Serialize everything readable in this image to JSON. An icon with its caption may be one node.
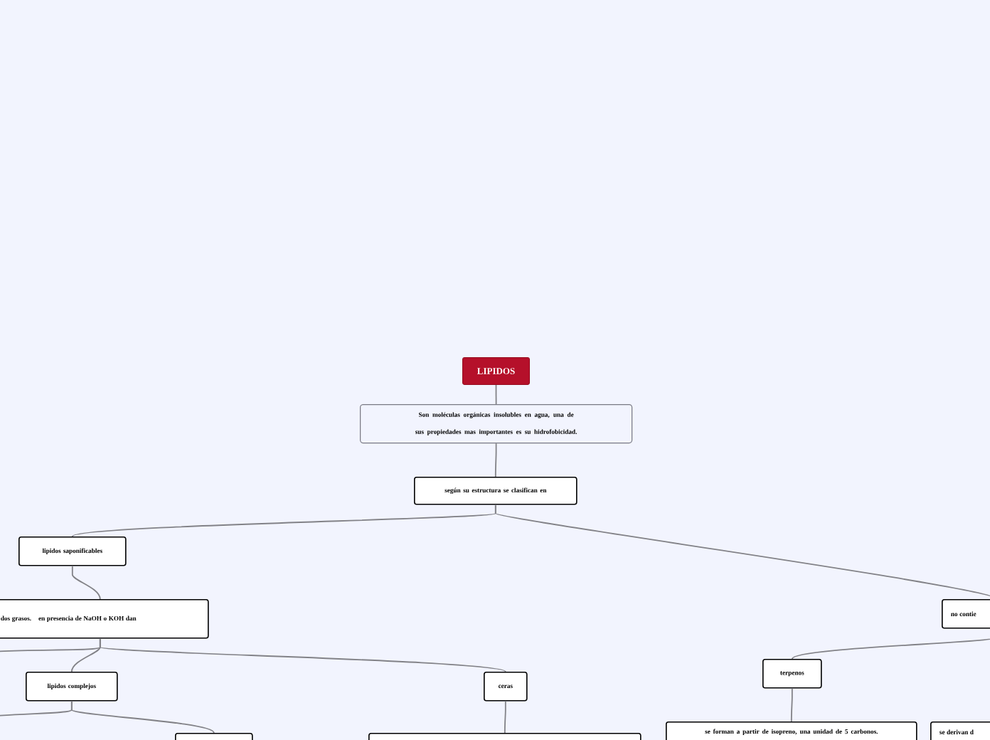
{
  "diagram": {
    "nodes": [
      {
        "text": [
          "LIPIDOS"
        ]
      },
      {
        "text": [
          "Son moléculas orgánicas insolubles en agua, una de sus propiedades mas importantes es su hidrofobicidad."
        ]
      },
      {
        "text": [
          "según su estructura se clasifican en"
        ]
      },
      {
        "text": [
          "lipidos saponificables"
        ]
      },
      {
        "text": [
          "dos grasos. en presencia de NaOH o KOH dan"
        ]
      },
      {
        "text": [
          "no contie"
        ]
      },
      {
        "text": [
          "lipidos complejos"
        ]
      },
      {
        "text": [
          "ceras"
        ]
      },
      {
        "text": [
          "terpenos"
        ]
      },
      {
        "text": [
          "se forman a partir de isopreno, una unidad de 5 carbonos."
        ]
      },
      {
        "text": [
          "se derivan d"
        ]
      },
      {
        "text": [],
        "shape": "box"
      },
      {
        "text": [],
        "shape": "box"
      }
    ],
    "edges": [
      {
        "from": 0,
        "to": 1,
        "arrow": "none"
      },
      {
        "from": 1,
        "to": 2,
        "arrow": "none"
      },
      {
        "from": 2,
        "to": 3,
        "arrow": "none"
      },
      {
        "from": 2,
        "to": 5,
        "arrow": "none"
      },
      {
        "from": 3,
        "to": 4,
        "arrow": "none"
      },
      {
        "from": 4,
        "to": null,
        "arrow": "none"
      },
      {
        "from": 4,
        "to": 6,
        "arrow": "none"
      },
      {
        "from": 4,
        "to": 7,
        "arrow": "none"
      },
      {
        "from": 6,
        "to": null,
        "arrow": "none"
      },
      {
        "from": 6,
        "to": 11,
        "arrow": "none"
      },
      {
        "from": 7,
        "to": 12,
        "arrow": "none"
      },
      {
        "from": 5,
        "to": 8,
        "arrow": "none"
      },
      {
        "from": 8,
        "to": 9,
        "arrow": "none"
      }
    ]
  }
}
